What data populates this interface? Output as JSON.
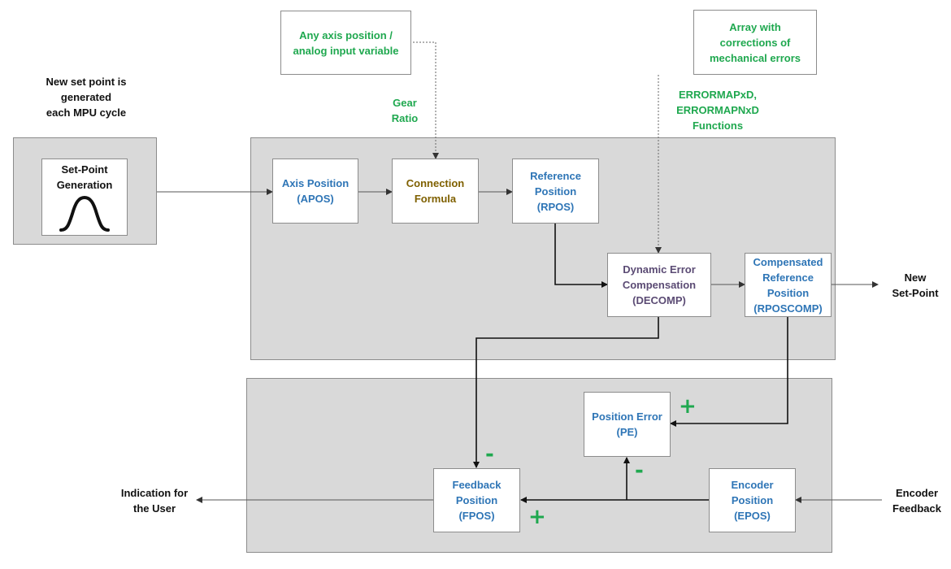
{
  "diagram": {
    "colors": {
      "block_label": "#2e75b6",
      "annotation": "#1fa84f",
      "formula": "#7f6000",
      "compensation": "#5b4b74",
      "panel_fill": "#d9d9d9",
      "plain_text": "#111111"
    },
    "top_notes": {
      "new_set_point_note": [
        "New set point is",
        "generated",
        "each MPU cycle"
      ],
      "axis_input_box": [
        "Any axis position /",
        "analog input variable"
      ],
      "error_array_box": [
        "Array with",
        "corrections of",
        "mechanical errors"
      ],
      "gear_ratio": [
        "Gear",
        "Ratio"
      ],
      "errormap_functions": [
        "ERRORMAPxD,",
        "ERRORMAPNxD",
        "Functions"
      ]
    },
    "setpoint_block": {
      "label": [
        "Set-Point",
        "Generation"
      ],
      "icon": "bell-curve-icon"
    },
    "blocks": {
      "axis_position": [
        "Axis Position",
        "(APOS)"
      ],
      "connection_formula": [
        "Connection",
        "Formula"
      ],
      "reference_position": [
        "Reference",
        "Position",
        "(RPOS)"
      ],
      "dynamic_error_compensation": [
        "Dynamic Error",
        "Compensation",
        "(DECOMP)"
      ],
      "compensated_reference_position": [
        "Compensated",
        "Reference",
        "Position",
        "(RPOSCOMP)"
      ],
      "position_error": [
        "Position Error",
        "(PE)"
      ],
      "feedback_position": [
        "Feedback",
        "Position",
        "(FPOS)"
      ],
      "encoder_position": [
        "Encoder",
        "Position",
        "(EPOS)"
      ]
    },
    "outputs": {
      "new_set_point": [
        "New",
        "Set-Point"
      ],
      "indication_for_user": [
        "Indication for",
        "the User"
      ],
      "encoder_feedback": [
        "Encoder",
        "Feedback"
      ]
    },
    "signs": {
      "pe_plus": "+",
      "pe_minus": "-",
      "fpos_minus": "-",
      "fpos_plus": "+"
    }
  }
}
